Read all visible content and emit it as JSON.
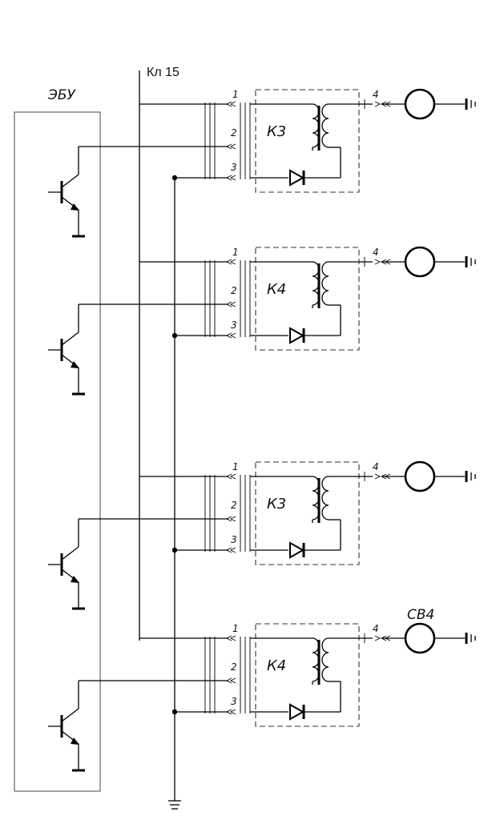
{
  "ecu_label": "ЭБУ",
  "supply_label": "Кл 15",
  "pin_labels": [
    "1",
    "2",
    "3",
    "4"
  ],
  "relays": [
    {
      "name": "К3",
      "load_label": ""
    },
    {
      "name": "К4",
      "load_label": ""
    },
    {
      "name": "К3",
      "load_label": ""
    },
    {
      "name": "К4",
      "load_label": "СВ4"
    }
  ],
  "icons": {
    "transistor": "npn-transistor-icon",
    "relay_coil": "relay-coil-icon",
    "diode": "diode-icon",
    "load": "load-circle-icon",
    "ground": "ground-icon",
    "junction": "junction-dot-icon"
  }
}
